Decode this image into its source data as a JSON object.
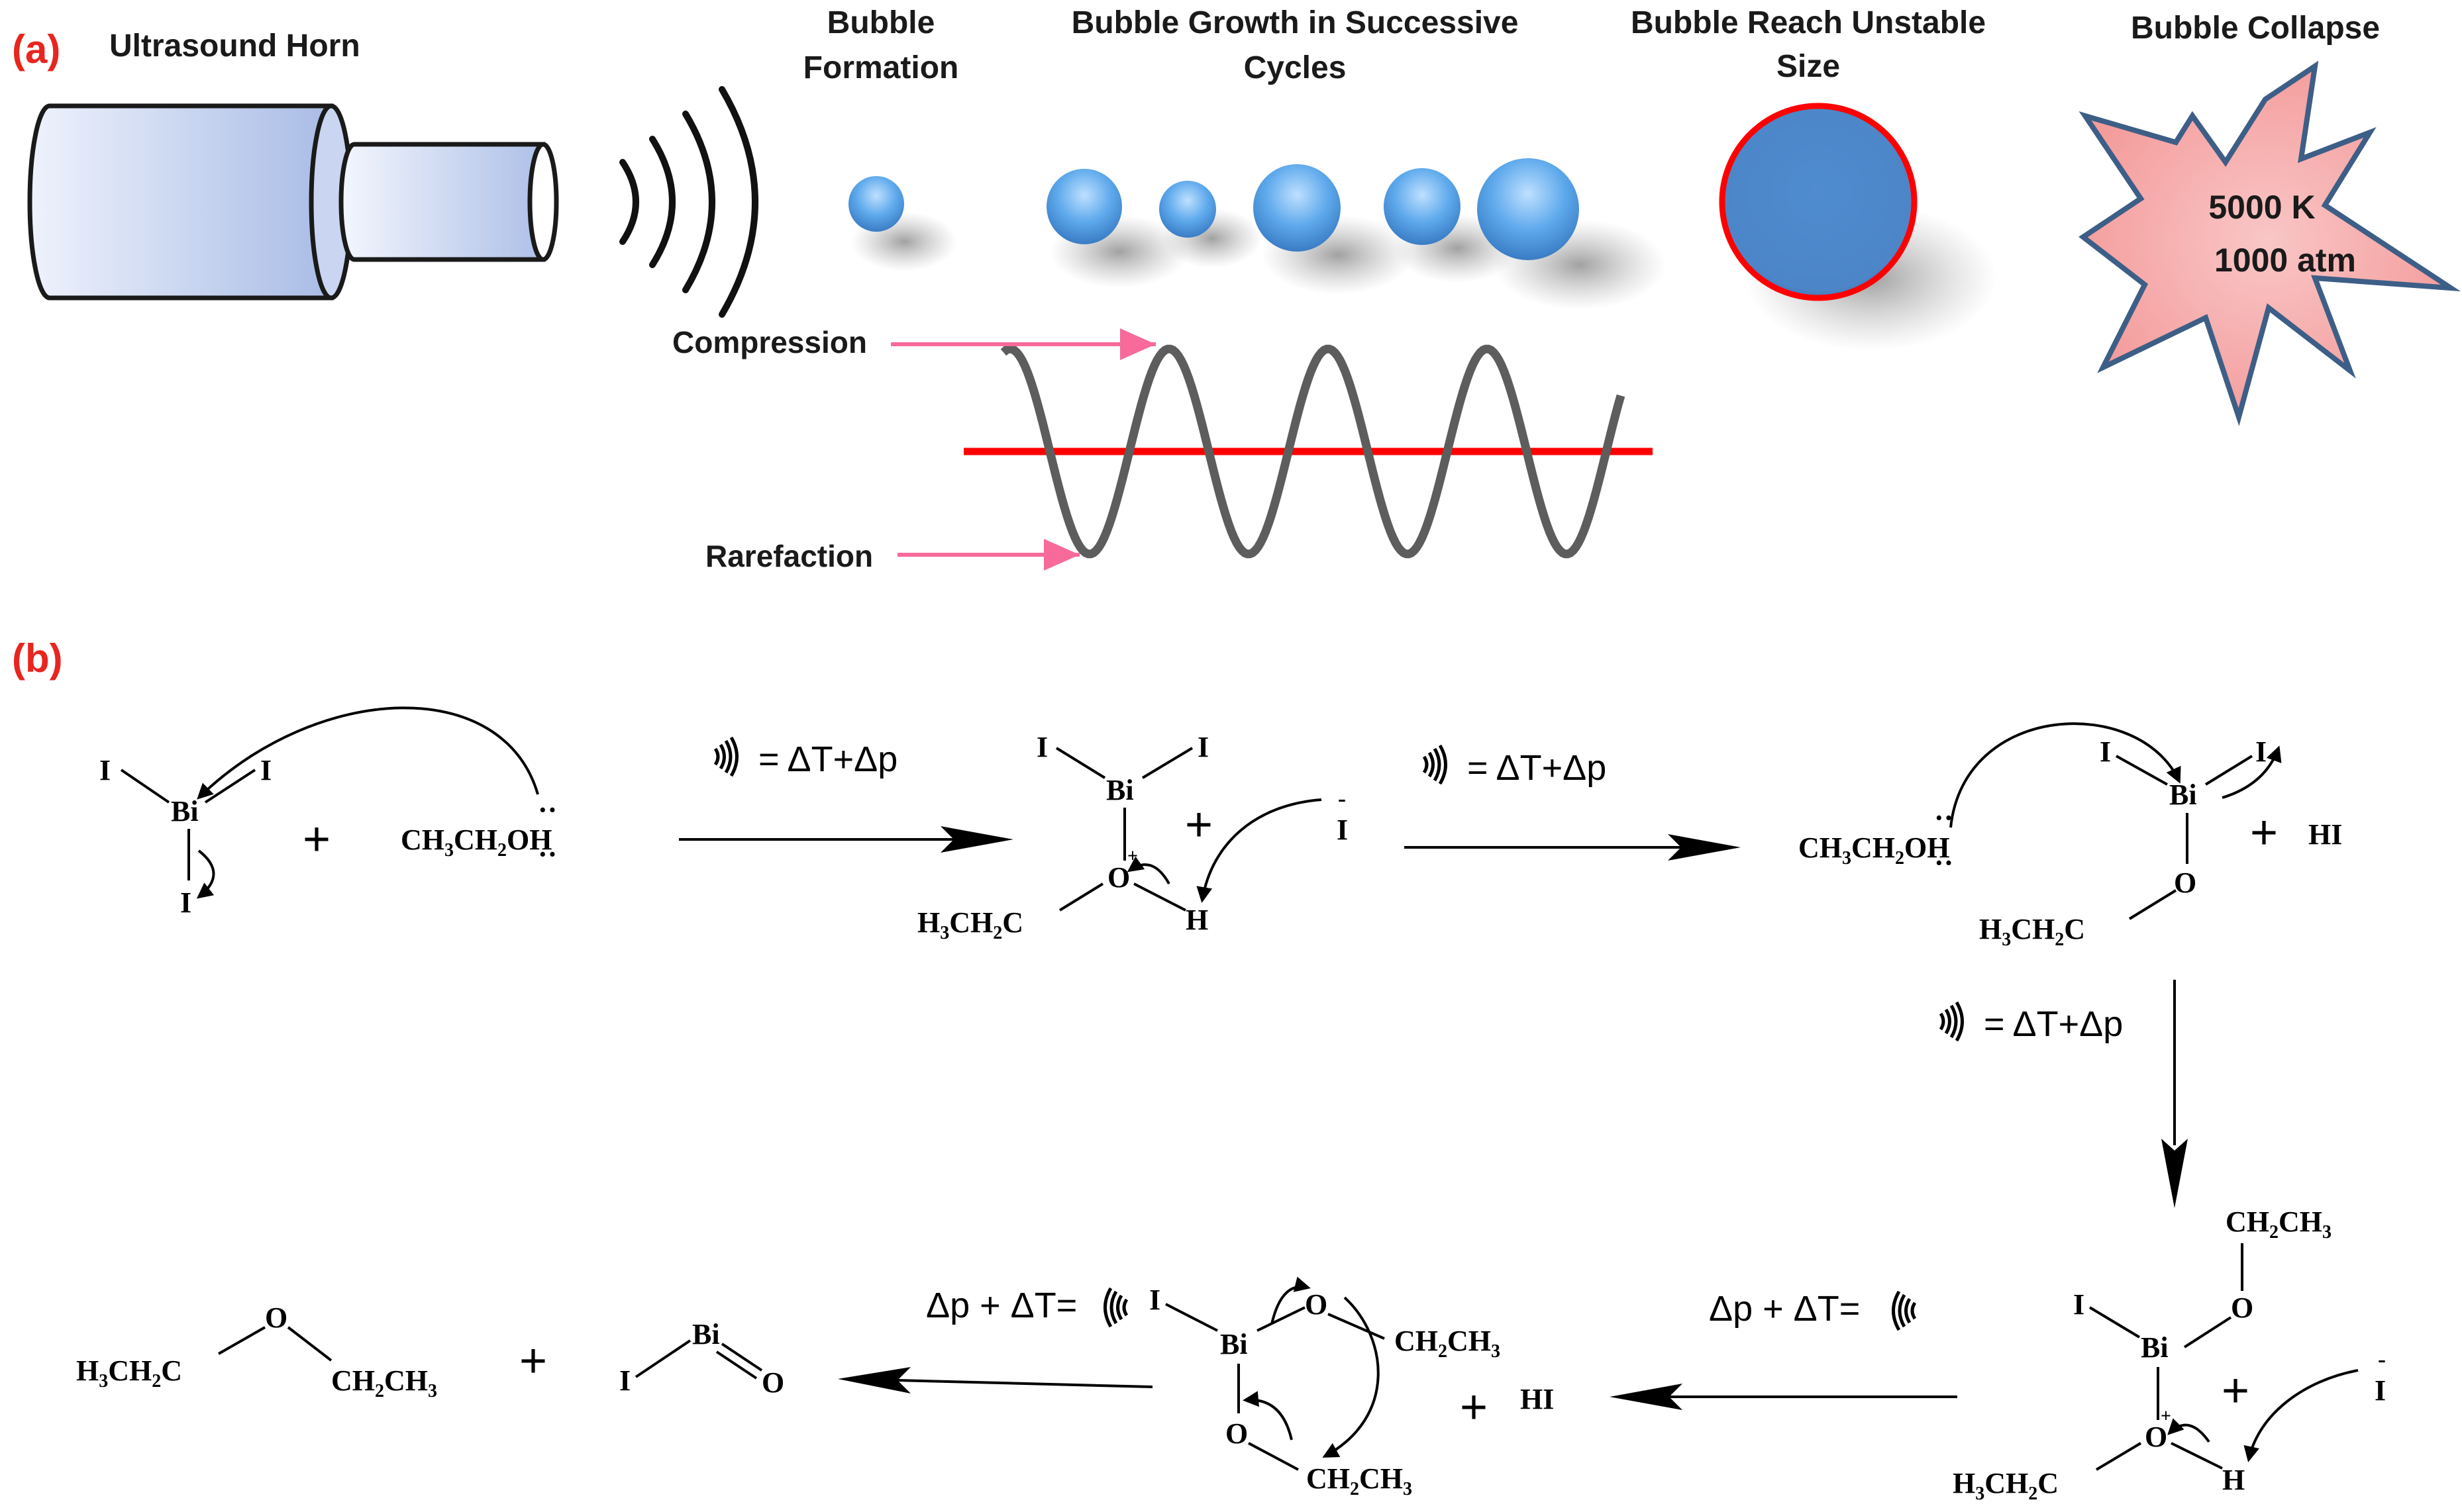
{
  "panel_a": {
    "label": "(a)",
    "horn_label": "Ultrasound Horn",
    "stages": {
      "formation": [
        "Bubble",
        "Formation"
      ],
      "growth": [
        "Bubble Growth in Successive",
        "Cycles"
      ],
      "unstable": [
        "Bubble Reach Unstable",
        "Size"
      ],
      "collapse": [
        "Bubble Collapse"
      ]
    },
    "collapse_values": [
      "5000 K",
      "1000 atm"
    ],
    "wave_labels": {
      "compression": "Compression",
      "rarefaction": "Rarefaction"
    }
  },
  "panel_b": {
    "label": "(b)",
    "condition_forward": "= ΔT+Δp",
    "condition_backward": "Δp + ΔT=",
    "molecules": {
      "bii3": {
        "iodine": "I",
        "bismuth": "Bi"
      },
      "ethanol": {
        "fragment": "CH",
        "oh": "OH",
        "lone_pair": "··"
      },
      "plus": "+",
      "iodide": "I",
      "iodide_charge": "-",
      "hydrogen": "H",
      "oxygen": "O",
      "ethyl_left": "H",
      "hi": "HI",
      "ethyl_group": "CH",
      "positive_charge": "+",
      "sub_2": "2",
      "sub_3": "3",
      "c": "C"
    }
  },
  "colors": {
    "label_red": "#e8251f",
    "bubble_blue": "#4f8bcf",
    "wave_gray": "#5d5d5d",
    "baseline_red": "#ff0000",
    "arrow_pink": "#f76a9a",
    "star_fill": "#f7b1b1",
    "star_stroke": "#3d5e86",
    "horn_blue": "#b9c8ec"
  }
}
